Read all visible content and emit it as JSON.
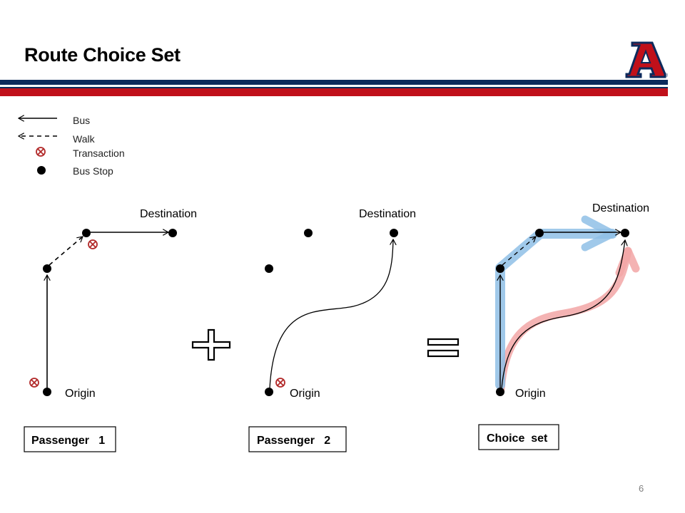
{
  "title": "Route Choice Set",
  "legend": {
    "bus": "Bus",
    "walk": "Walk",
    "transaction": "Transaction",
    "bus_stop": "Bus Stop"
  },
  "labels": {
    "destination": "Destination",
    "origin": "Origin"
  },
  "boxes": {
    "passenger1": "Passenger   1",
    "passenger2": "Passenger   2",
    "choice_set": "Choice  set"
  },
  "operators": {
    "plus": "+",
    "equals": "="
  },
  "page_number": "6",
  "logo": {
    "letter": "A",
    "registered": "®"
  },
  "colors": {
    "navy": "#0c2a5c",
    "red": "#c0101a",
    "transaction_mark": "#b22a2a",
    "bus_route_highlight": "#8fbfe6",
    "walk_route_highlight": "#f2a6a6"
  }
}
